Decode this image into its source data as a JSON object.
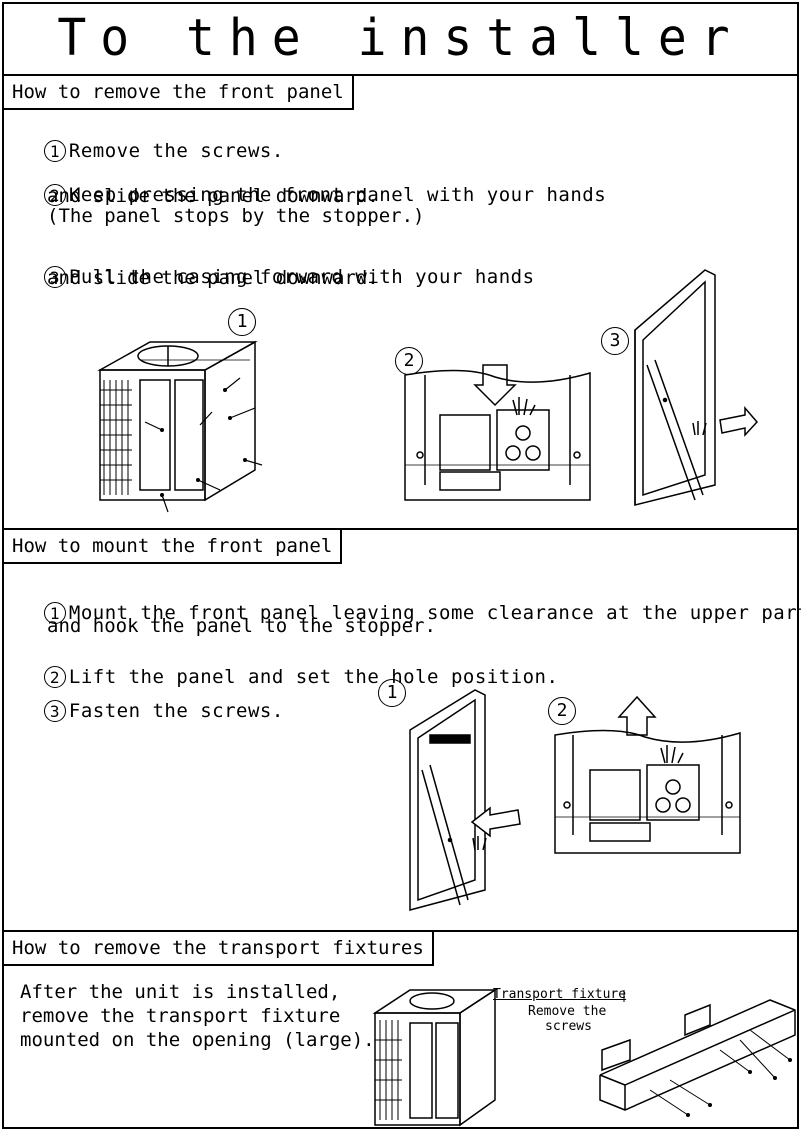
{
  "title": "To the installer",
  "remove_panel": {
    "heading": "How to remove the front panel",
    "steps": [
      {
        "num": "1",
        "lines": [
          "Remove the screws."
        ]
      },
      {
        "num": "2",
        "lines": [
          "Keep pressing the front panel with your hands",
          "and slide the panel downward.",
          "(The panel stops by the stopper.)"
        ]
      },
      {
        "num": "3",
        "lines": [
          "Pull the casing forward with your hands",
          "and slide the panel downward."
        ]
      }
    ],
    "figure_labels": [
      "1",
      "2",
      "3"
    ]
  },
  "mount_panel": {
    "heading": "How to mount the front panel",
    "steps": [
      {
        "num": "1",
        "lines": [
          "Mount the front panel leaving some clearance at the upper part",
          "and hook the panel to the stopper."
        ]
      },
      {
        "num": "2",
        "lines": [
          "Lift the panel and set the hole position."
        ]
      },
      {
        "num": "3",
        "lines": [
          "Fasten the screws."
        ]
      }
    ],
    "figure_labels": [
      "1",
      "2"
    ]
  },
  "transport": {
    "heading": "How to remove the transport fixtures",
    "lines": [
      "After the unit is installed,",
      "remove the transport fixture",
      "mounted on the opening (large)."
    ],
    "callout_fixture": "Transport fixture",
    "callout_screws": [
      "Remove the",
      "screws"
    ]
  }
}
